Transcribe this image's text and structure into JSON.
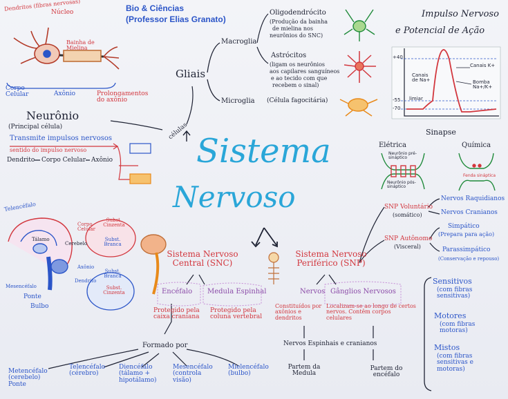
{
  "header": {
    "line1": "Bio & Ciências",
    "line2": "(Professor Elias Granato)"
  },
  "center": {
    "word1": "Sistema",
    "word2": "Nervoso"
  },
  "neuron": {
    "dendritos": "Dendritos (fibras nervosas)",
    "nucleo": "Núcleo",
    "bainha": "Bainha de Mielina",
    "corpo_celular": "Corpo Celular",
    "axonio": "Axônio",
    "prolongamentos": "Prolongamentos do axônio",
    "title": "Neurônio",
    "principal": "(Principal célula)",
    "transmite": "Transmite impulsos nervosos",
    "sentido": "sentido do impulso nervoso",
    "flow": [
      "Dendrito",
      "Corpo Celular",
      "Axônio"
    ]
  },
  "glia": {
    "title": "Gliais",
    "celulas": "células",
    "macroglia": "Macroglia",
    "microglia": "Microglia",
    "oligo": "Oligodendrócito",
    "oligo_desc": [
      "(Produção da bainha",
      "de mielina nos",
      "neurônios do SNC)"
    ],
    "astro": "Astrócitos",
    "astro_desc": [
      "(ligam os neurônios",
      "aos capilares sanguíneos",
      "e ao tecido com que",
      "recebem o sinal)"
    ],
    "micro_desc": "(Célula fagocitária)"
  },
  "impulse": {
    "title": [
      "Impulso Nervoso",
      "e Potencial de Ação"
    ],
    "ticks": [
      "+40",
      "-55",
      "-70"
    ],
    "canal_na": "Canais de Na+",
    "canal_k": "Canais K+",
    "bomba": "Bomba Na+/K+",
    "limiar": "limiar"
  },
  "sinapse": {
    "title": "Sinapse",
    "eletrica": "Elétrica",
    "quimica": "Química",
    "pre": "Neurônio pré-sináptico",
    "pos": "Neurônio pós-sináptico",
    "fenda": "Fenda sináptica"
  },
  "snp_right": {
    "voluntario": "SNP Voluntário",
    "somatico": "(somático)",
    "autonomo": "SNP Autônomo",
    "visceral": "(Visceral)",
    "nervos_raq": "Nervos Raquidianos",
    "nervos_cran": "Nervos Cranianos",
    "simpatico": "Simpático",
    "simpatico_desc": "(Prepara para ação)",
    "parassimpatico": "Parassimpático",
    "parassimpatico_desc": "(Conservação e repouso)"
  },
  "types": {
    "sensitivos": "Sensitivos",
    "sensitivos_d": "(com fibras sensitivas)",
    "motores": "Motores",
    "motores_d": "(com fibras motoras)",
    "mistos": "Mistos",
    "mistos_d": "(com fibras sensitivas e motoras)"
  },
  "snc": {
    "title": "Sistema Nervoso Central (SNC)",
    "encefalo": "Encéfalo",
    "medula": "Medula Espinhal",
    "protegido1": "Protegido pela caixa craniana",
    "protegido2": "Protegido pela coluna vertebral",
    "formado": "Formado por",
    "parts": [
      "Metencéfalo (cerebelo) Ponte",
      "Telencéfalo (cérebro)",
      "Diencéfalo (tálamo + hipotálamo)",
      "Mesencéfalo (controla visão)",
      "Mielencéfalo (bulbo)"
    ]
  },
  "snp": {
    "title": "Sistema Nervoso Periférico (SNP)",
    "nervos": "Nervos",
    "ganglios": "Gânglios Nervosos",
    "nervos_desc": "Constituídos por axônios e dendritos",
    "ganglios_desc": "Localizam-se ao longo de certos nervos. Contêm corpos celulares",
    "espinhais": "Nervos Espinhais e cranianos",
    "partem_medula": "Partem da Medula",
    "partem_encefalo": "Partem do encéfalo"
  },
  "brain": {
    "telencefalo": "Telencéfalo",
    "talamo": "Tálamo",
    "cerebelo": "Cerebelo",
    "mesencefalo": "Mesencéfalo",
    "ponte": "Ponte",
    "bulbo": "Bulbo",
    "corpo_celular": "Corpo Celular",
    "axonio": "Axônio",
    "dendrito": "Dendrito",
    "cinzenta1": "Subst. Cinzenta",
    "branca1": "Subst. Branca",
    "branca2": "Subst. Branca",
    "cinzenta2": "Subst. Cinzenta"
  }
}
